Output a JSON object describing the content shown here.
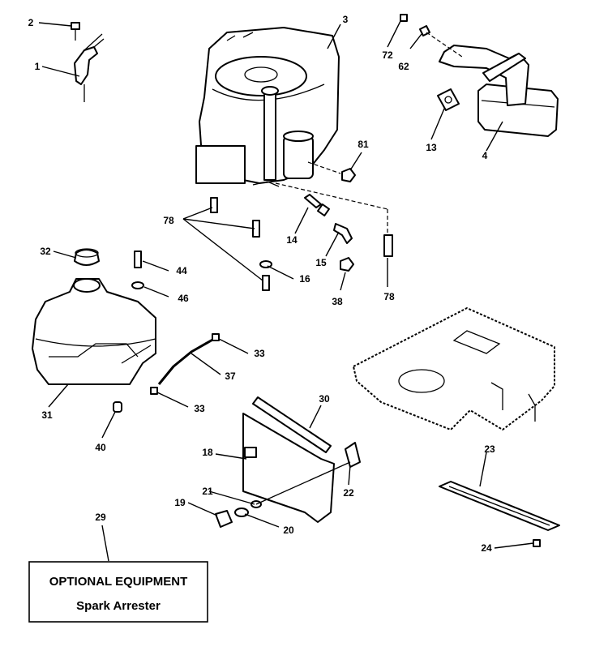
{
  "diagram": {
    "callouts": {
      "c1": "1",
      "c2": "2",
      "c3": "3",
      "c4": "4",
      "c13": "13",
      "c14": "14",
      "c15": "15",
      "c16": "16",
      "c18": "18",
      "c19": "19",
      "c20": "20",
      "c21": "21",
      "c22": "22",
      "c23": "23",
      "c24": "24",
      "c29": "29",
      "c30": "30",
      "c31": "31",
      "c32": "32",
      "c33a": "33",
      "c33b": "33",
      "c37": "37",
      "c38": "38",
      "c40": "40",
      "c44": "44",
      "c46": "46",
      "c62": "62",
      "c72": "72",
      "c78a": "78",
      "c78b": "78",
      "c81": "81"
    },
    "optional_box": {
      "title": "OPTIONAL EQUIPMENT",
      "subtitle": "Spark Arrester"
    }
  }
}
